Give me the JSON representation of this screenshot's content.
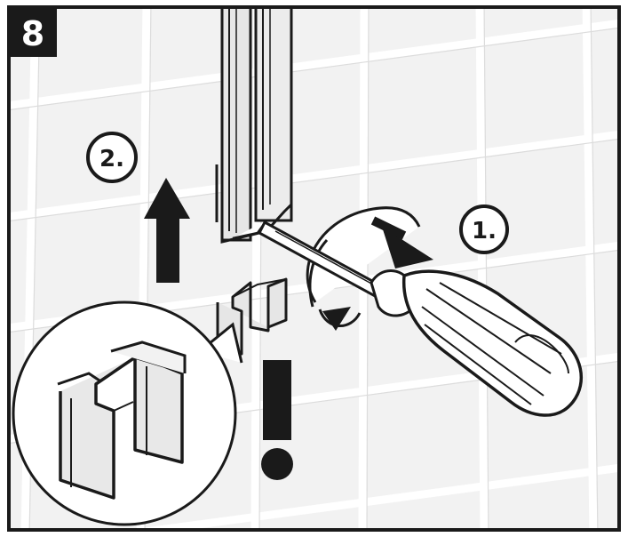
{
  "figure": {
    "step_number": "8",
    "callout_1": "1.",
    "callout_2": "2.",
    "warning_mark": "!"
  },
  "colors": {
    "background": "#f4f4f4",
    "tile_grout": "#ffffff",
    "frame": "#1a1a1a",
    "badge_fill": "#1a1a1a",
    "badge_text": "#ffffff",
    "profile_fill": "#e4e4e4",
    "tool_fill": "#ffffff",
    "outline": "#1a1a1a"
  },
  "icons": {
    "arrow_up": "arrow-up-icon",
    "rotate": "rotate-arrow-icon",
    "warning": "exclamation-icon",
    "magnifier": "detail-magnifier-circle",
    "screwdriver": "screwdriver-icon",
    "clip": "clip-icon"
  }
}
